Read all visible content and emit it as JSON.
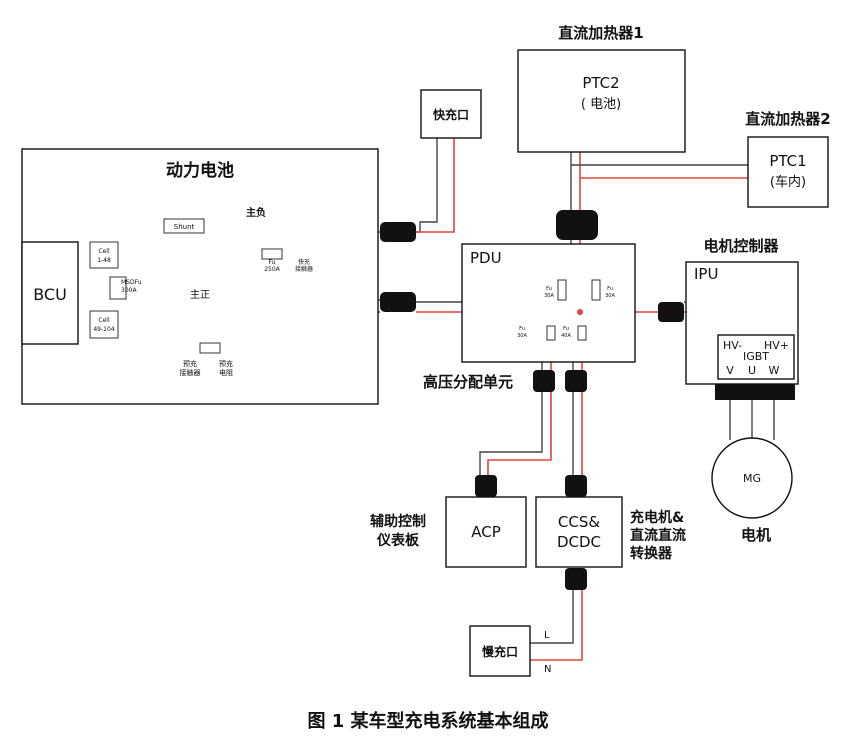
{
  "caption": "图 1  某车型充电系统基本组成",
  "battery": {
    "title": "动力电池",
    "bcu": "BCU",
    "cell_top": [
      "Cell",
      "1-48"
    ],
    "cell_bottom": [
      "Cell",
      "49-104"
    ],
    "msd": [
      "MSDFu",
      "300A"
    ],
    "shunt": "Shunt",
    "main_neg": "主负",
    "main_pos": "主正",
    "fuse_250": [
      "Fu",
      "250A"
    ],
    "fast_contactor": [
      "快充",
      "接触器"
    ],
    "precharge_contactor": [
      "预充",
      "接触器"
    ],
    "precharge_resistor": [
      "预充",
      "电阻"
    ]
  },
  "fast_port": "快充口",
  "slow_port": "慢充口",
  "ptc2": {
    "title": "直流加热器1",
    "name": "PTC2",
    "sub": "( 电池)"
  },
  "ptc1": {
    "title": "直流加热器2",
    "name": "PTC1",
    "sub": "(车内)"
  },
  "pdu": {
    "name": "PDU",
    "label": "高压分配单元",
    "fuses": [
      [
        "Fu",
        "30A"
      ],
      [
        "Fu",
        "30A"
      ],
      [
        "Fu",
        "30A"
      ],
      [
        "Fu",
        "40A"
      ]
    ]
  },
  "motor_ctrl": {
    "title": "电机控制器",
    "ipu": "IPU",
    "hv_minus": "HV-",
    "hv_plus": "HV+",
    "igbt": "IGBT",
    "phases": [
      "V",
      "U",
      "W"
    ]
  },
  "motor": {
    "name": "MG",
    "label": "电机"
  },
  "acp": {
    "name": "ACP",
    "label_lines": [
      "辅助控制",
      "仪表板"
    ]
  },
  "ccs": {
    "name_lines": [
      "CCS&",
      "DCDC"
    ],
    "label_lines": [
      "充电机&",
      "直流直流",
      "转换器"
    ]
  },
  "lines": {
    "L": "L",
    "N": "N"
  }
}
